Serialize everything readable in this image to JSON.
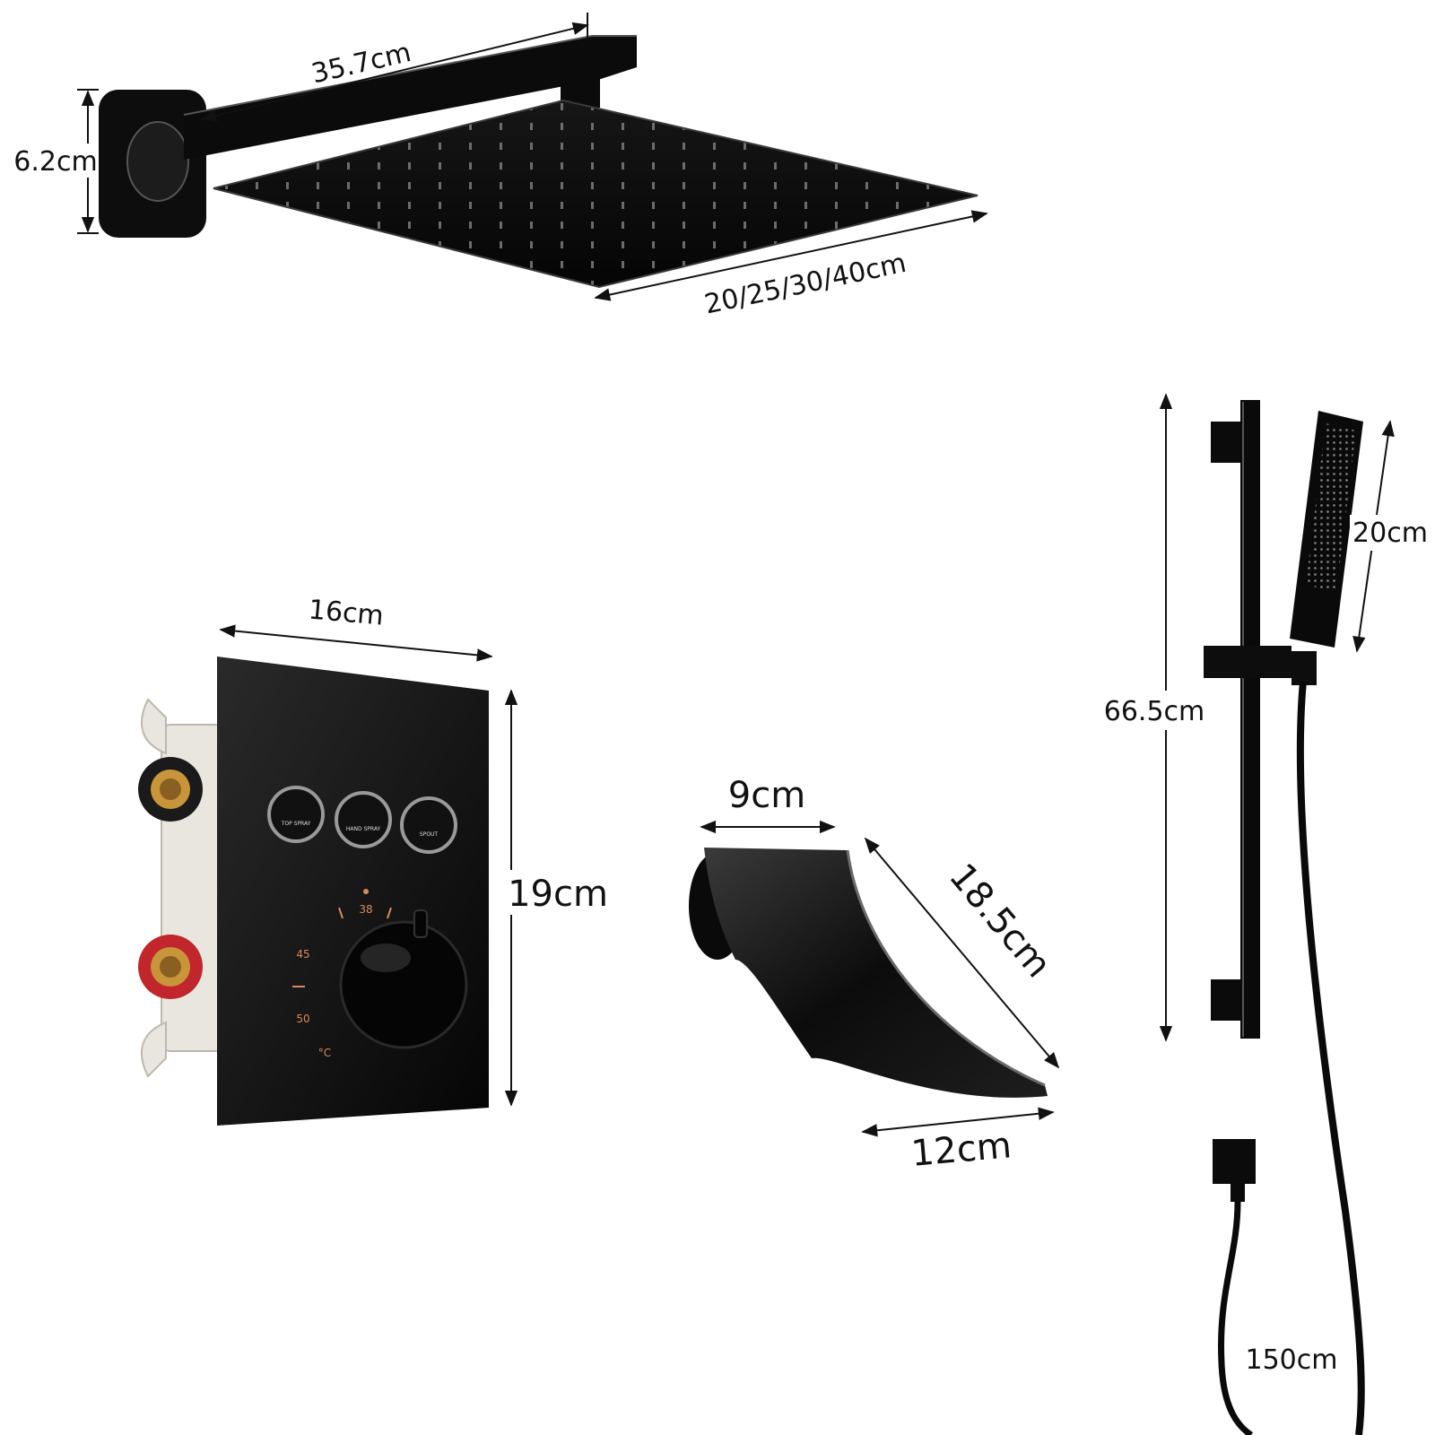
{
  "shower_head": {
    "arm_length": "35.7cm",
    "flange_height": "6.2cm",
    "head_size": "20/25/30/40cm"
  },
  "thermostatic_valve": {
    "panel_width": "16cm",
    "panel_height": "19cm",
    "buttons": [
      "TOP SPRAY",
      "HAND SPRAY",
      "SPOUT"
    ],
    "temperature_scale": [
      "38",
      "45",
      "50",
      "°C"
    ]
  },
  "waterfall_spout": {
    "depth": "9cm",
    "length": "18.5cm",
    "width": "12cm"
  },
  "slide_bar": {
    "bar_height": "66.5cm",
    "hand_shower_length": "20cm",
    "hose_length": "150cm"
  },
  "colors": {
    "finish": "#111111",
    "brass": "#c8953a",
    "hot_ring": "#c0262b",
    "cold_ring": "#1a1a1a",
    "box": "#e9e6df"
  }
}
